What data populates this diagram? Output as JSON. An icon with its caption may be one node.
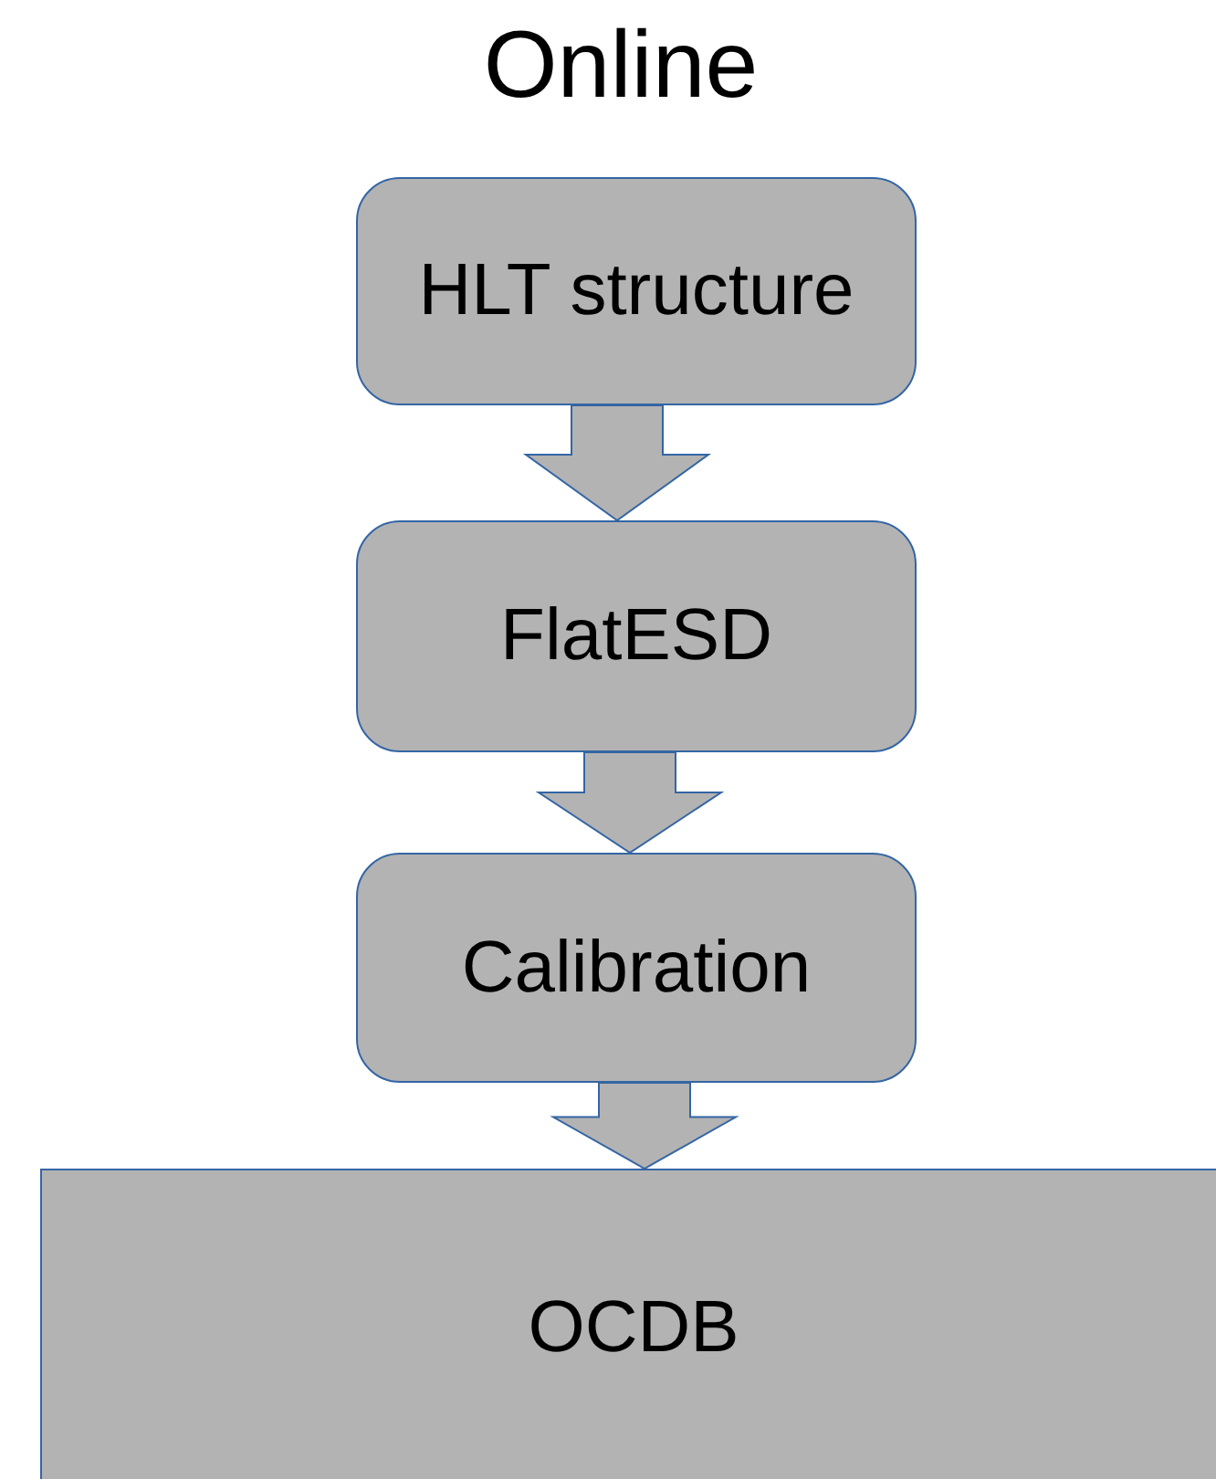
{
  "diagram": {
    "title": "Online",
    "nodes": [
      {
        "text": [
          "HLT structure"
        ]
      },
      {
        "text": [
          "FlatESD"
        ]
      },
      {
        "text": [
          "Calibration"
        ]
      },
      {
        "text": [
          "OCDB"
        ]
      }
    ],
    "edges": [
      {
        "from": 0,
        "to": 1,
        "arrow": "to"
      },
      {
        "from": 1,
        "to": 2,
        "arrow": "to"
      },
      {
        "from": 2,
        "to": 3,
        "arrow": "to"
      }
    ]
  }
}
